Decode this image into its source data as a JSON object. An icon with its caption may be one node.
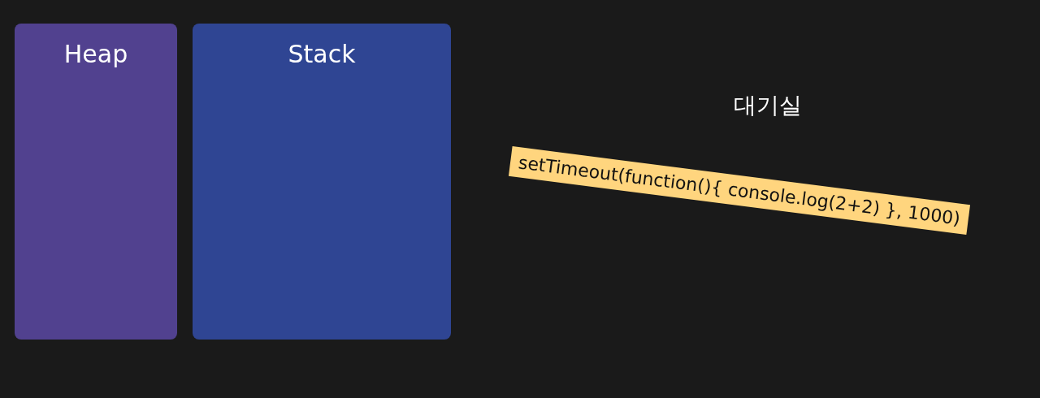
{
  "diagram": {
    "nodes": [
      {
        "text": [
          "Heap"
        ]
      },
      {
        "text": [
          "Stack"
        ]
      },
      {
        "text": [
          "setTimeout(function(){ console.log(2+2) }, 1000)"
        ]
      }
    ],
    "labels": [
      "대기실"
    ]
  }
}
